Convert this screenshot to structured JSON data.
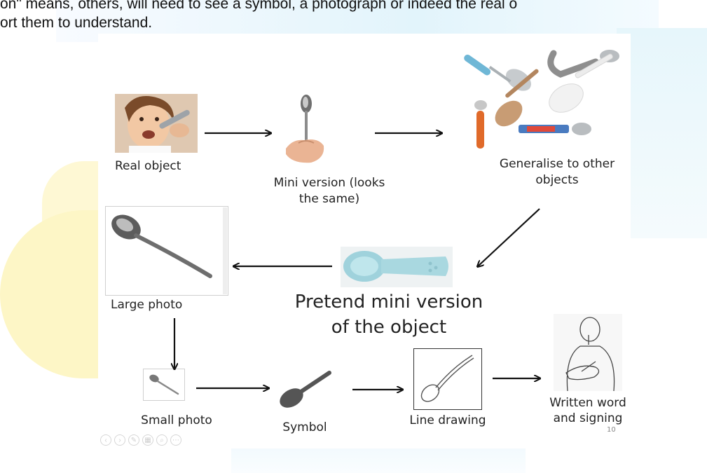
{
  "intro": {
    "line1": "on\" means, others, will need to see a symbol, a photograph or indeed the real o",
    "line2": "ort them to understand."
  },
  "steps": {
    "real_object": "Real object",
    "mini_version_l1": "Mini version (looks",
    "mini_version_l2": "the same)",
    "generalise_l1": "Generalise to other",
    "generalise_l2": "objects",
    "large_photo": "Large photo",
    "pretend_l1": "Pretend mini version",
    "pretend_l2": "of the object",
    "small_photo": "Small photo",
    "symbol": "Symbol",
    "line_drawing": "Line drawing",
    "written_l1": "Written word",
    "written_l2": "and signing"
  },
  "slide_number": "10",
  "toolbar_icons": [
    "back-icon",
    "forward-icon",
    "pen-icon",
    "slides-icon",
    "zoom-icon",
    "more-icon"
  ],
  "colors": {
    "arrow": "#111111",
    "background_yellow": "#fdf6c6",
    "background_blue": "#e2f4fb",
    "symbol_spoon": "#555555",
    "pretend_spoon": "#a9d8e0"
  }
}
